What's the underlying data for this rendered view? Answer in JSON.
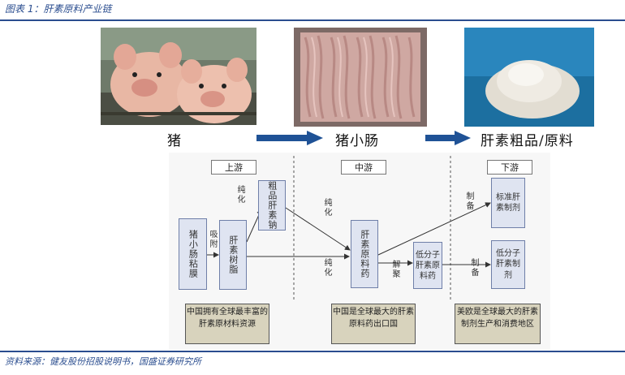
{
  "figure": {
    "title": "图表 1：肝素原料产业链",
    "source": "资料来源：健友股份招股说明书，国盛证券研究所"
  },
  "stages": [
    {
      "label": "猪"
    },
    {
      "label": "猪小肠"
    },
    {
      "label": "肝素粗品/原料"
    }
  ],
  "headers": {
    "upstream": "上游",
    "midstream": "中游",
    "downstream": "下游"
  },
  "boxes": {
    "mucosa": "猪小肠粘膜",
    "resin": "肝素树脂",
    "crude_sodium": "粗品肝素钠",
    "api": "肝素原料药",
    "lmwh_api": "低分子肝素原料药",
    "std_prep": "标准肝素制剂",
    "lmwh_prep": "低分子肝素制剂"
  },
  "edge_labels": {
    "adsorb": "吸附",
    "purify1": "纯化",
    "purify2": "纯化",
    "purify3": "纯化",
    "depolymerize": "解聚",
    "prepare1": "制备",
    "prepare2": "制备"
  },
  "notes": {
    "upstream": "中国拥有全球最丰富的肝素原材料资源",
    "midstream": "中国是全球最大的肝素原料药出口国",
    "downstream": "美欧是全球最大的肝素制剂生产和消费地区"
  },
  "colors": {
    "accent": "#2a4d8f",
    "box_fill": "#dfe4f1",
    "note_fill": "#d8d3bd"
  }
}
